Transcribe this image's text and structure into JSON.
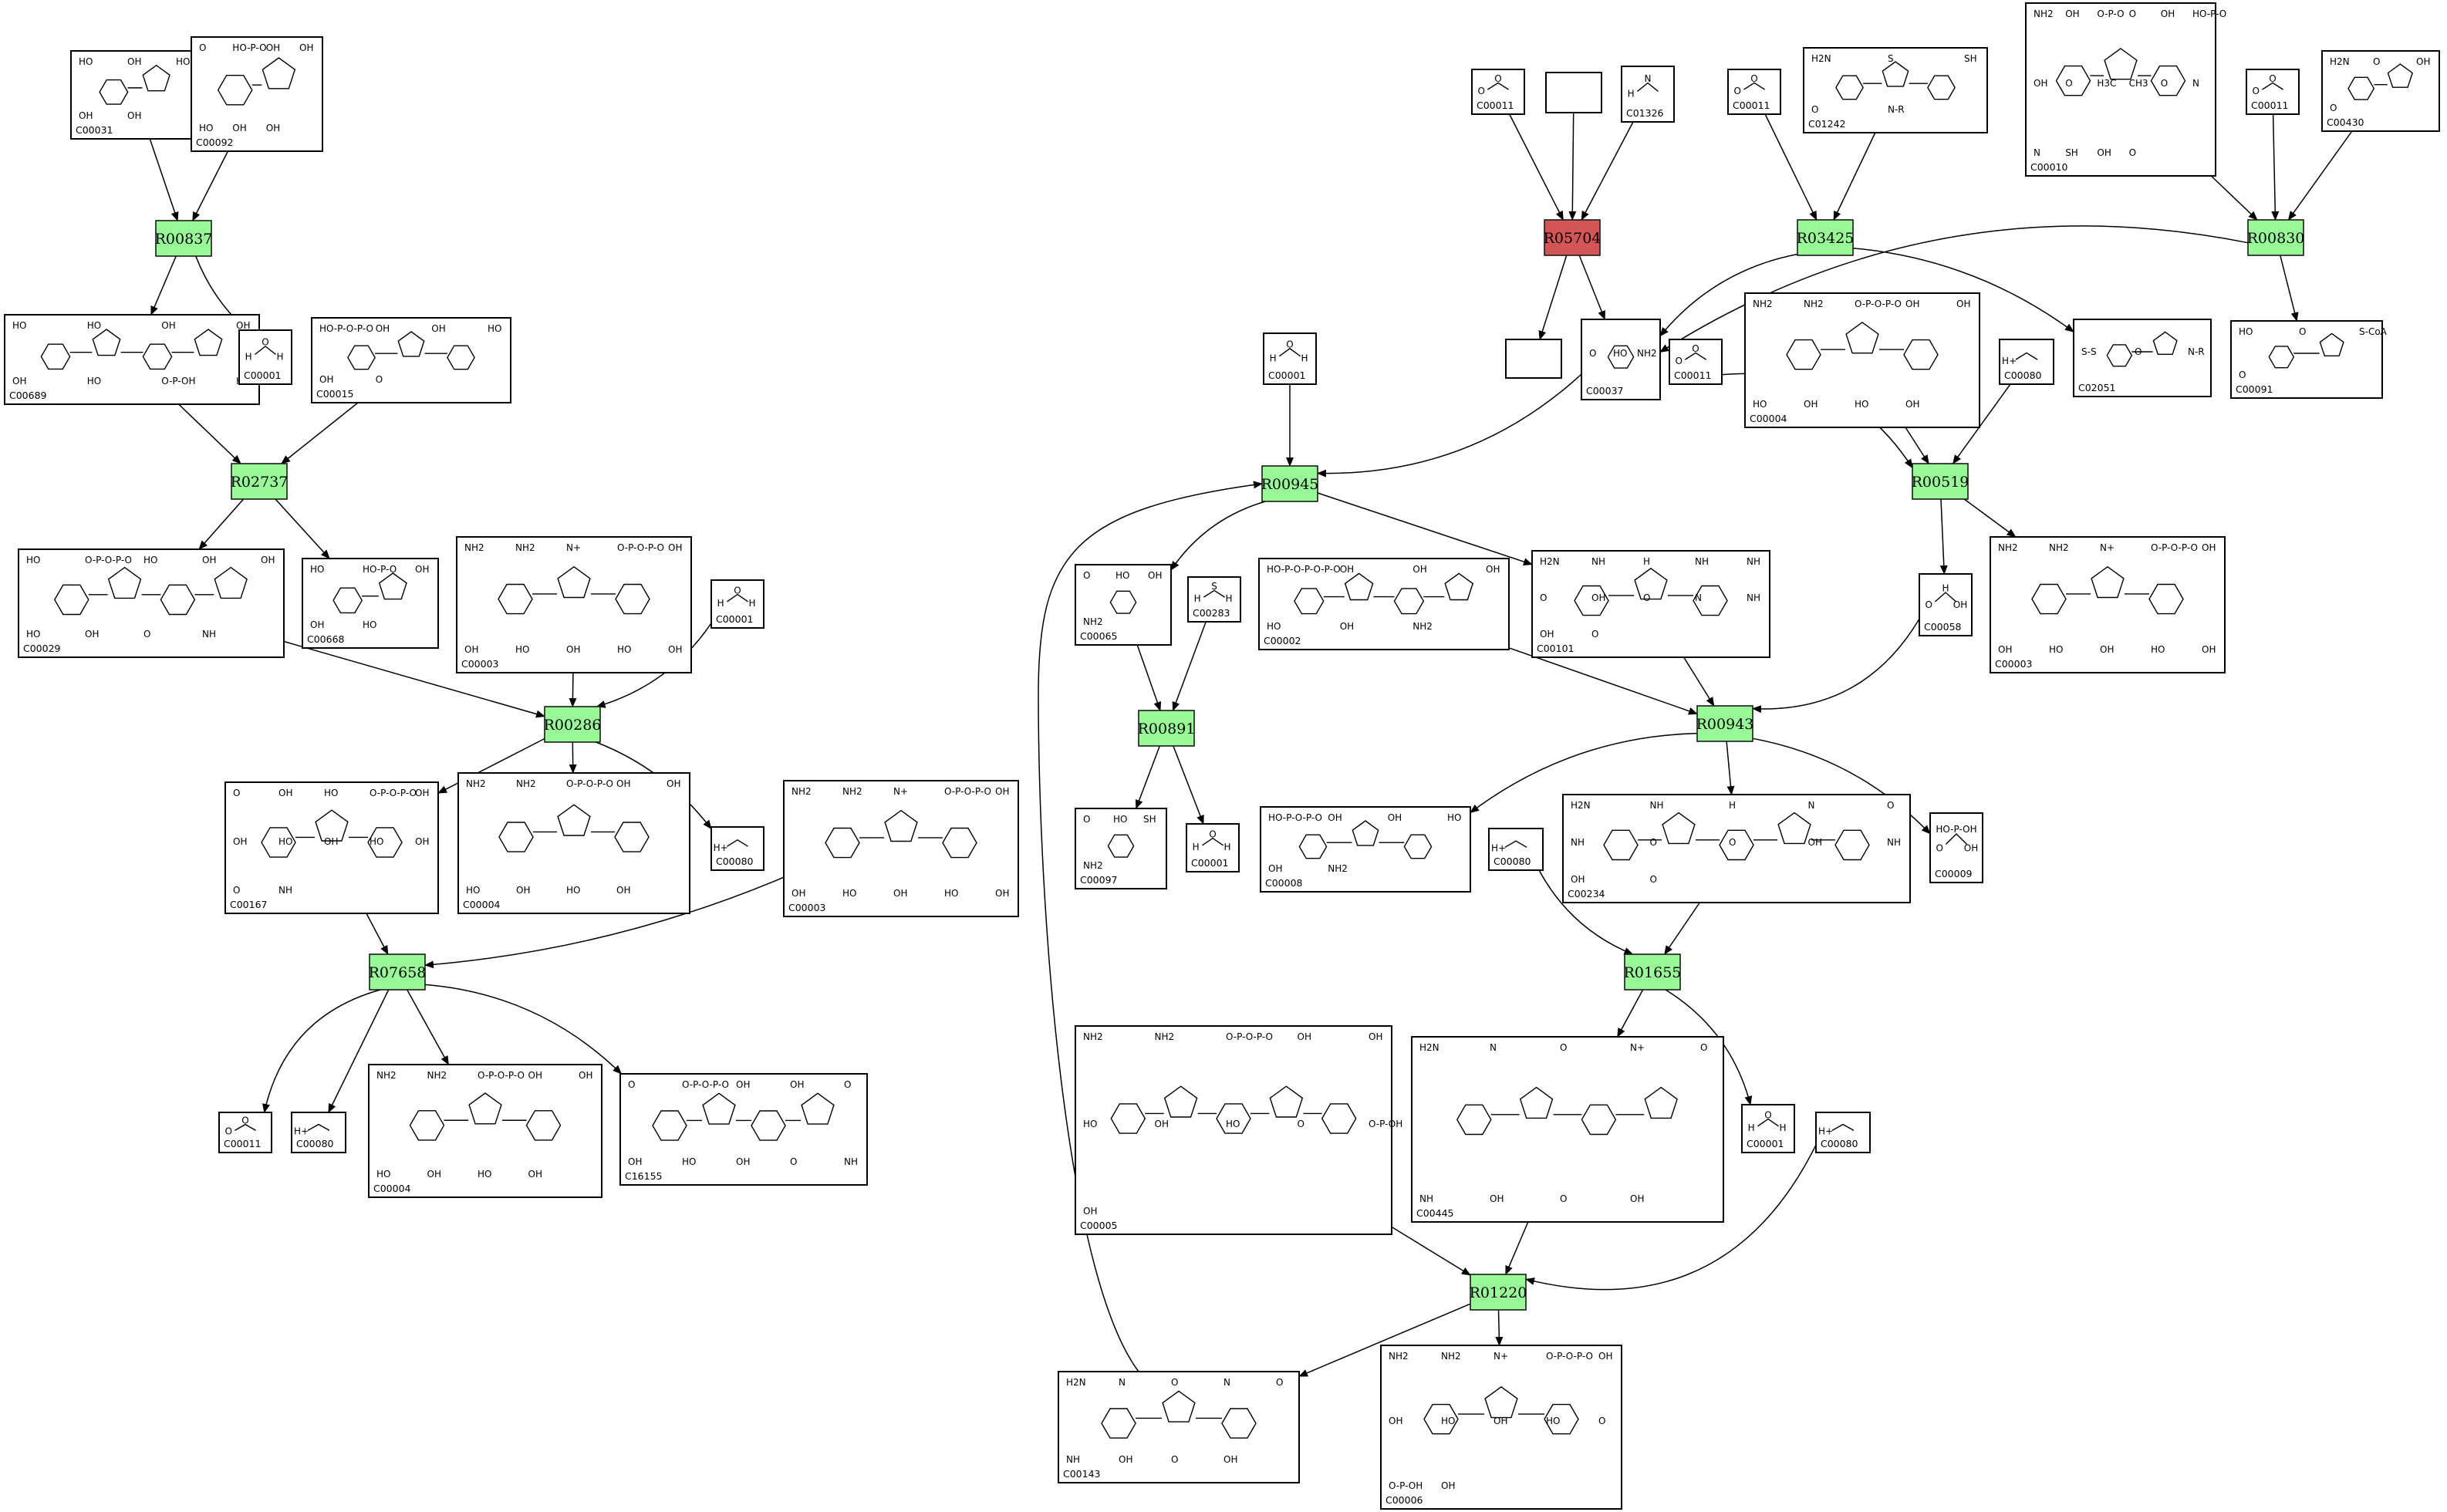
{
  "colors": {
    "reaction_normal": "#98fb98",
    "reaction_highlight": "#d35555",
    "stroke": "#000000",
    "background": "#ffffff"
  },
  "reactions": [
    {
      "id": "R00837",
      "color": "#98fb98"
    },
    {
      "id": "R02737",
      "color": "#98fb98"
    },
    {
      "id": "R00286",
      "color": "#98fb98"
    },
    {
      "id": "R07658",
      "color": "#98fb98"
    },
    {
      "id": "R05704",
      "color": "#d35555"
    },
    {
      "id": "R03425",
      "color": "#98fb98"
    },
    {
      "id": "R00830",
      "color": "#98fb98"
    },
    {
      "id": "R00945",
      "color": "#98fb98"
    },
    {
      "id": "R00519",
      "color": "#98fb98"
    },
    {
      "id": "R00891",
      "color": "#98fb98"
    },
    {
      "id": "R00943",
      "color": "#98fb98"
    },
    {
      "id": "R01655",
      "color": "#98fb98"
    },
    {
      "id": "R01220",
      "color": "#98fb98"
    }
  ],
  "compounds": [
    {
      "key": "c00031",
      "id": "C00031",
      "labels": [
        "HO",
        "OH",
        "HO",
        "OH",
        "OH"
      ]
    },
    {
      "key": "c00092",
      "id": "C00092",
      "labels": [
        "O",
        "HO-P-O",
        "OH",
        "OH",
        "HO",
        "OH",
        "OH"
      ]
    },
    {
      "key": "c00689",
      "id": "C00689",
      "labels": [
        "HO",
        "HO",
        "OH",
        "OH",
        "OH",
        "HO",
        "O-P-OH",
        "HO"
      ]
    },
    {
      "key": "c00001_a",
      "id": "C00001",
      "labels": [
        "H",
        "O",
        "H"
      ]
    },
    {
      "key": "c00015",
      "id": "C00015",
      "labels": [
        "HO-P-O-P-O",
        "OH",
        "OH",
        "HO",
        "OH",
        "O"
      ]
    },
    {
      "key": "c00029",
      "id": "C00029",
      "labels": [
        "HO",
        "O-P-O-P-O",
        "HO",
        "OH",
        "OH",
        "HO",
        "OH",
        "O",
        "NH"
      ]
    },
    {
      "key": "c00668",
      "id": "C00668",
      "labels": [
        "HO",
        "HO-P-O",
        "OH",
        "OH",
        "HO"
      ]
    },
    {
      "key": "c00003_a",
      "id": "C00003",
      "labels": [
        "NH2",
        "NH2",
        "N+",
        "O-P-O-P-O",
        "OH",
        "OH",
        "HO",
        "OH",
        "HO",
        "OH"
      ]
    },
    {
      "key": "c00001_b",
      "id": "C00001",
      "labels": [
        "H",
        "O",
        "H"
      ]
    },
    {
      "key": "c00167",
      "id": "C00167",
      "labels": [
        "O",
        "OH",
        "HO",
        "O-P-O-P-O",
        "OH",
        "OH",
        "HO",
        "OH",
        "HO",
        "OH",
        "O",
        "NH"
      ]
    },
    {
      "key": "c00004_a",
      "id": "C00004",
      "labels": [
        "NH2",
        "NH2",
        "O-P-O-P-O",
        "OH",
        "OH",
        "HO",
        "OH",
        "HO",
        "OH"
      ]
    },
    {
      "key": "c00080_a",
      "id": "C00080",
      "labels": [
        "H+"
      ]
    },
    {
      "key": "c00003_b",
      "id": "C00003",
      "labels": [
        "NH2",
        "NH2",
        "N+",
        "O-P-O-P-O",
        "OH",
        "OH",
        "HO",
        "OH",
        "HO",
        "OH"
      ]
    },
    {
      "key": "c00011_a",
      "id": "C00011",
      "labels": [
        "O",
        "O"
      ]
    },
    {
      "key": "c00080_b",
      "id": "C00080",
      "labels": [
        "H+"
      ]
    },
    {
      "key": "c00004_b",
      "id": "C00004",
      "labels": [
        "NH2",
        "NH2",
        "O-P-O-P-O",
        "OH",
        "OH",
        "HO",
        "OH",
        "HO",
        "OH"
      ]
    },
    {
      "key": "c16155",
      "id": "C16155",
      "labels": [
        "O",
        "O-P-O-P-O",
        "OH",
        "OH",
        "O",
        "OH",
        "HO",
        "OH",
        "O",
        "NH"
      ]
    },
    {
      "key": "c00011_b",
      "id": "C00011",
      "labels": [
        "O",
        "O"
      ]
    },
    {
      "key": "blank_a",
      "id": "",
      "labels": []
    },
    {
      "key": "c01326",
      "id": "C01326",
      "labels": [
        "H",
        "N"
      ]
    },
    {
      "key": "c00011_c",
      "id": "C00011",
      "labels": [
        "O",
        "O"
      ]
    },
    {
      "key": "c01242",
      "id": "C01242",
      "labels": [
        "H2N",
        "S",
        "SH",
        "O",
        "N-R"
      ]
    },
    {
      "key": "c00010",
      "id": "C00010",
      "labels": [
        "NH2",
        "OH",
        "O-P-O",
        "O",
        "OH",
        "HO-P-O",
        "OH",
        "O",
        "H3C",
        "CH3",
        "O",
        "N",
        "N",
        "SH",
        "OH",
        "O"
      ]
    },
    {
      "key": "c00011_d",
      "id": "C00011",
      "labels": [
        "O",
        "O"
      ]
    },
    {
      "key": "c00430",
      "id": "C00430",
      "labels": [
        "H2N",
        "O",
        "OH",
        "O"
      ]
    },
    {
      "key": "blank_b",
      "id": "",
      "labels": []
    },
    {
      "key": "c00037",
      "id": "C00037",
      "labels": [
        "O",
        "HO",
        "NH2"
      ]
    },
    {
      "key": "c00011_e",
      "id": "C00011",
      "labels": [
        "O",
        "O"
      ]
    },
    {
      "key": "c00004_c",
      "id": "C00004",
      "labels": [
        "NH2",
        "NH2",
        "O-P-O-P-O",
        "OH",
        "OH",
        "HO",
        "OH",
        "HO",
        "OH"
      ]
    },
    {
      "key": "c00080_c",
      "id": "C00080",
      "labels": [
        "H+"
      ]
    },
    {
      "key": "c02051",
      "id": "C02051",
      "labels": [
        "S-S",
        "O",
        "N-R"
      ]
    },
    {
      "key": "c00091",
      "id": "C00091",
      "labels": [
        "HO",
        "O",
        "S-CoA",
        "O"
      ]
    },
    {
      "key": "c00001_c",
      "id": "C00001",
      "labels": [
        "H",
        "O",
        "H"
      ]
    },
    {
      "key": "c00065",
      "id": "C00065",
      "labels": [
        "O",
        "HO",
        "OH",
        "NH2"
      ]
    },
    {
      "key": "c00283",
      "id": "C00283",
      "labels": [
        "H",
        "S",
        "H"
      ]
    },
    {
      "key": "c00002",
      "id": "C00002",
      "labels": [
        "HO-P-O-P-O-P-O",
        "OH",
        "OH",
        "OH",
        "HO",
        "OH",
        "NH2"
      ]
    },
    {
      "key": "c00101",
      "id": "C00101",
      "labels": [
        "H2N",
        "NH",
        "H",
        "NH",
        "NH",
        "O",
        "OH",
        "O",
        "N",
        "NH",
        "OH",
        "O"
      ]
    },
    {
      "key": "c00058",
      "id": "C00058",
      "labels": [
        "O",
        "H",
        "OH"
      ]
    },
    {
      "key": "c00003_c",
      "id": "C00003",
      "labels": [
        "NH2",
        "NH2",
        "N+",
        "O-P-O-P-O",
        "OH",
        "OH",
        "HO",
        "OH",
        "HO",
        "OH"
      ]
    },
    {
      "key": "c00097",
      "id": "C00097",
      "labels": [
        "O",
        "HO",
        "SH",
        "NH2"
      ]
    },
    {
      "key": "c00001_d",
      "id": "C00001",
      "labels": [
        "H",
        "O",
        "H"
      ]
    },
    {
      "key": "c00008",
      "id": "C00008",
      "labels": [
        "HO-P-O-P-O",
        "OH",
        "OH",
        "HO",
        "OH",
        "NH2"
      ]
    },
    {
      "key": "c00080_d",
      "id": "C00080",
      "labels": [
        "H+"
      ]
    },
    {
      "key": "c00234",
      "id": "C00234",
      "labels": [
        "H2N",
        "NH",
        "H",
        "N",
        "O",
        "NH",
        "O",
        "O",
        "OH",
        "NH",
        "OH",
        "O"
      ]
    },
    {
      "key": "c00009",
      "id": "C00009",
      "labels": [
        "O",
        "HO-P-OH",
        "OH"
      ]
    },
    {
      "key": "c00005",
      "id": "C00005",
      "labels": [
        "NH2",
        "NH2",
        "O-P-O-P-O",
        "OH",
        "OH",
        "HO",
        "OH",
        "HO",
        "O",
        "O-P-OH",
        "OH"
      ]
    },
    {
      "key": "c00445",
      "id": "C00445",
      "labels": [
        "H2N",
        "N",
        "O",
        "N+",
        "O",
        "NH",
        "OH",
        "O",
        "OH"
      ]
    },
    {
      "key": "c00001_e",
      "id": "C00001",
      "labels": [
        "H",
        "O",
        "H"
      ]
    },
    {
      "key": "c00080_e",
      "id": "C00080",
      "labels": [
        "H+"
      ]
    },
    {
      "key": "c00143",
      "id": "C00143",
      "labels": [
        "H2N",
        "N",
        "O",
        "N",
        "O",
        "NH",
        "OH",
        "O",
        "OH"
      ]
    },
    {
      "key": "c00006",
      "id": "C00006",
      "labels": [
        "NH2",
        "NH2",
        "N+",
        "O-P-O-P-O",
        "OH",
        "OH",
        "HO",
        "OH",
        "HO",
        "O",
        "O-P-OH",
        "OH"
      ]
    }
  ]
}
